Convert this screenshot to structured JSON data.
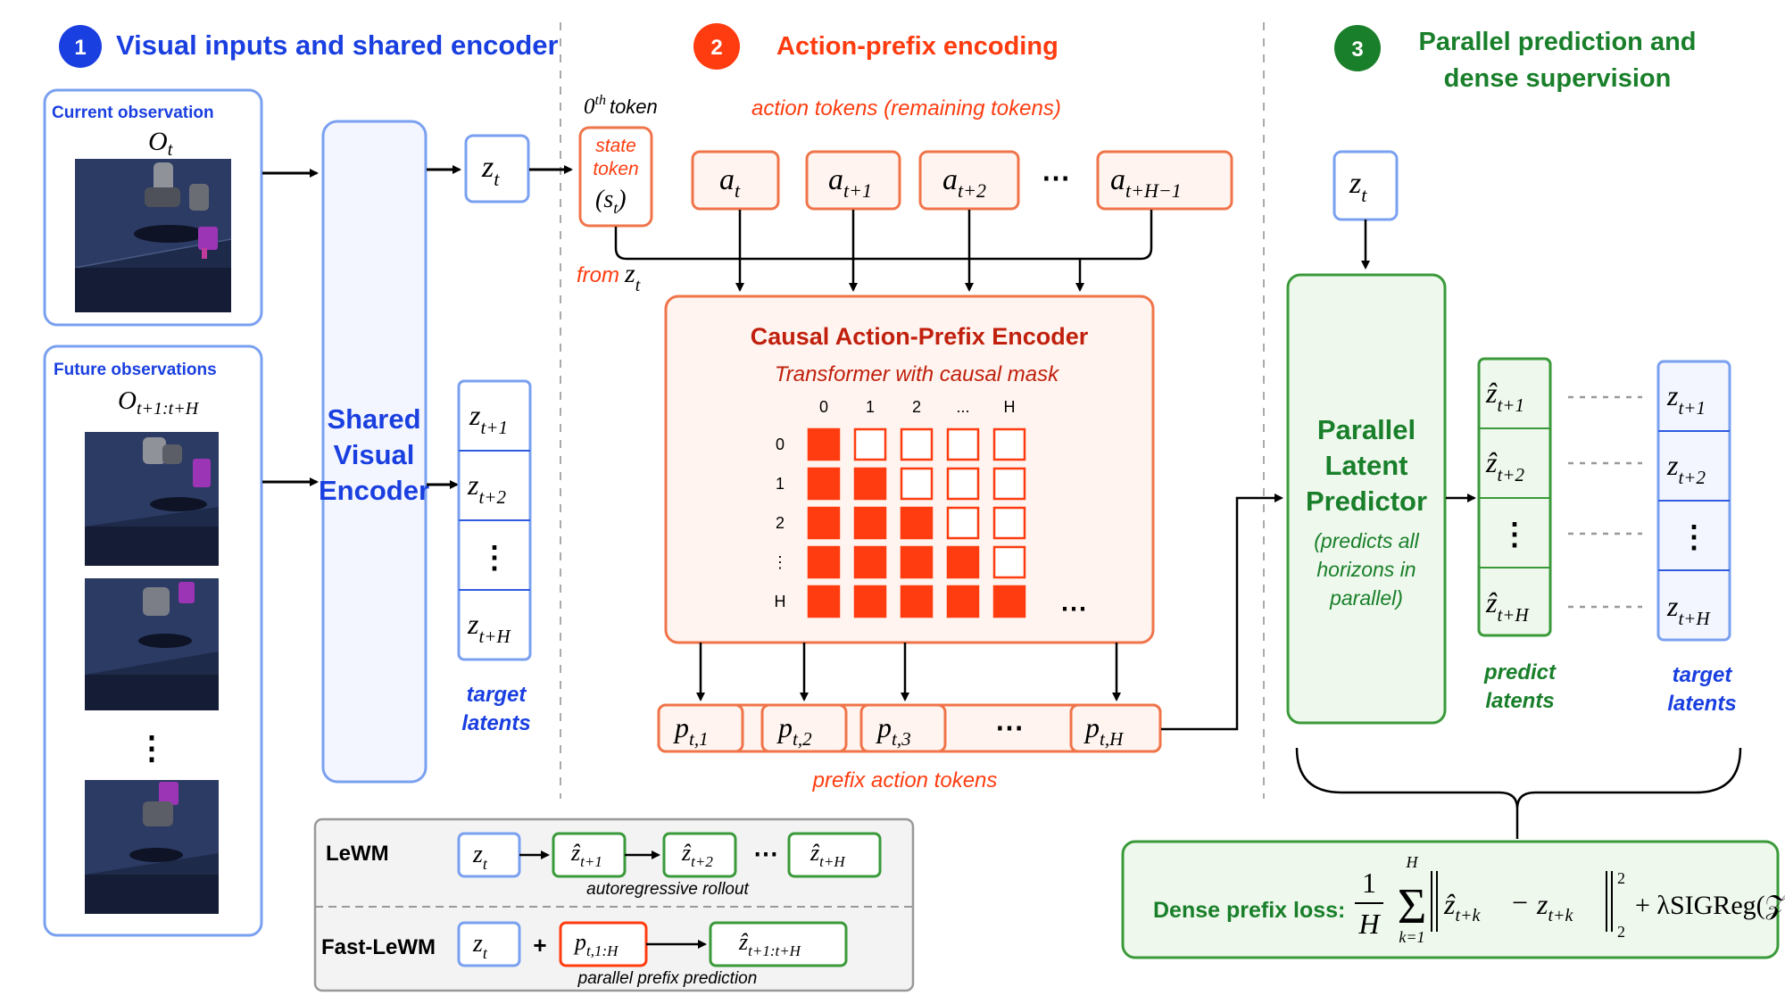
{
  "section1": {
    "number": "1",
    "title": "Visual inputs and shared encoder"
  },
  "section2": {
    "number": "2",
    "title": "Action-prefix encoding"
  },
  "section3": {
    "number": "3",
    "title_line1": "Parallel prediction and",
    "title_line2": "dense supervision"
  },
  "current_obs": {
    "label": "Current observation",
    "symbol": "O",
    "sub": "t"
  },
  "future_obs": {
    "label": "Future observations",
    "symbol": "O",
    "sub": "t+1:t+H",
    "ellipsis": "⋮"
  },
  "encoder": {
    "line1": "Shared",
    "line2": "Visual",
    "line3": "Encoder"
  },
  "z_token": {
    "symbol": "z",
    "sub": "t"
  },
  "target_stack": {
    "items": [
      {
        "symbol": "z",
        "sub": "t+1"
      },
      {
        "symbol": "z",
        "sub": "t+2"
      },
      {
        "symbol": "⋮",
        "sub": ""
      },
      {
        "symbol": "z",
        "sub": "t+H"
      }
    ],
    "caption_line1": "target",
    "caption_line2": "latents"
  },
  "zeroth_token": {
    "prefix": "0",
    "sup": "th",
    "word": "token"
  },
  "state_token": {
    "line1": "state",
    "line2": "token",
    "symbol": "s",
    "sub": "t"
  },
  "from_z": {
    "text": "from",
    "symbol": "z",
    "sub": "t"
  },
  "action_tokens_caption": "action tokens (remaining tokens)",
  "actions": [
    {
      "symbol": "a",
      "sub": "t"
    },
    {
      "symbol": "a",
      "sub": "t+1"
    },
    {
      "symbol": "a",
      "sub": "t+2"
    },
    {
      "symbol": "a",
      "sub": "t+H−1"
    }
  ],
  "actions_ellipsis": "⋯",
  "causal_encoder": {
    "title": "Causal Action-Prefix Encoder",
    "subtitle": "Transformer with causal mask",
    "col_labels": [
      "0",
      "1",
      "2",
      "...",
      "H"
    ],
    "row_labels": [
      "0",
      "1",
      "2",
      "⋮",
      "H"
    ],
    "ellipsis": "⋯",
    "mask": [
      [
        1,
        0,
        0,
        0,
        0
      ],
      [
        1,
        1,
        0,
        0,
        0
      ],
      [
        1,
        1,
        1,
        0,
        0
      ],
      [
        1,
        1,
        1,
        1,
        0
      ],
      [
        1,
        1,
        1,
        1,
        1
      ]
    ]
  },
  "prefix_tokens": {
    "items": [
      {
        "symbol": "p",
        "sub": "t,1"
      },
      {
        "symbol": "p",
        "sub": "t,2"
      },
      {
        "symbol": "p",
        "sub": "t,3"
      },
      {
        "symbol": "⋯",
        "sub": ""
      },
      {
        "symbol": "p",
        "sub": "t,H"
      }
    ],
    "caption": "prefix action tokens"
  },
  "z_top_right": {
    "symbol": "z",
    "sub": "t"
  },
  "predictor": {
    "line1": "Parallel",
    "line2": "Latent",
    "line3": "Predictor",
    "note1": "(predicts all",
    "note2": "horizons in",
    "note3": "parallel)"
  },
  "predict_stack": {
    "items": [
      {
        "symbol": "ẑ",
        "sub": "t+1"
      },
      {
        "symbol": "ẑ",
        "sub": "t+2"
      },
      {
        "symbol": "⋮",
        "sub": ""
      },
      {
        "symbol": "ẑ",
        "sub": "t+H"
      }
    ],
    "caption_line1": "predict",
    "caption_line2": "latents"
  },
  "target_stack_right": {
    "items": [
      {
        "symbol": "z",
        "sub": "t+1"
      },
      {
        "symbol": "z",
        "sub": "t+2"
      },
      {
        "symbol": "⋮",
        "sub": ""
      },
      {
        "symbol": "z",
        "sub": "t+H"
      }
    ],
    "caption_line1": "target",
    "caption_line2": "latents"
  },
  "loss": {
    "label": "Dense prefix loss:",
    "frac_num": "1",
    "frac_den": "H",
    "sum": "Σ",
    "sum_top": "H",
    "sum_bottom": "k=1",
    "term_hat": "ẑ",
    "term_hat_sub": "t+k",
    "minus": "−",
    "term_z": "z",
    "term_z_sub": "t+k",
    "norm_sup": "2",
    "norm_sub": "2",
    "reg": "+ λSIGReg(𝒵)"
  },
  "comparison": {
    "lewm_label": "LeWM",
    "lewm_z": {
      "symbol": "z",
      "sub": "t"
    },
    "lewm_steps": [
      {
        "symbol": "ẑ",
        "sub": "t+1"
      },
      {
        "symbol": "ẑ",
        "sub": "t+2"
      },
      {
        "symbol": "ẑ",
        "sub": "t+H"
      }
    ],
    "lewm_dots": "⋯",
    "lewm_caption": "autoregressive rollout",
    "fast_label": "Fast-LeWM",
    "fast_z": {
      "symbol": "z",
      "sub": "t"
    },
    "plus": "+",
    "fast_p": {
      "symbol": "p",
      "sub": "t,1:H"
    },
    "fast_out": {
      "symbol": "ẑ",
      "sub": "t+1:t+H"
    },
    "fast_caption": "parallel prefix prediction"
  },
  "colors": {
    "blue": "#1a3fe0",
    "blue_box": "#7aa0f0",
    "blue_fill": "#f3f6ff",
    "red": "#ff3c10",
    "red_text": "#c0200d",
    "orange_box": "#f0744a",
    "orange_fill": "#fff4ef",
    "green": "#197f2a",
    "green_box": "#3a9a3a",
    "green_fill": "#eef8ec"
  }
}
